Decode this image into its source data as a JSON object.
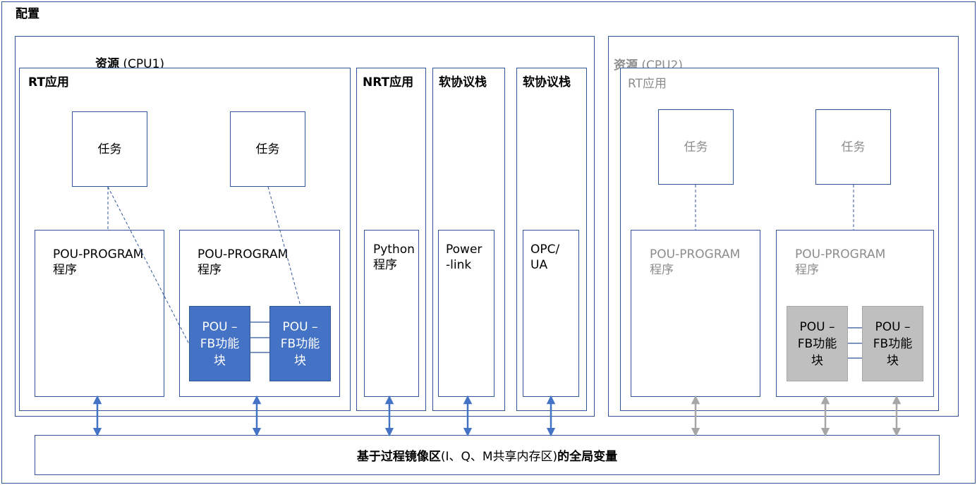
{
  "config_title": "配置",
  "res1": {
    "title_bold": "资源",
    "title_rest": " (CPU1)"
  },
  "res2": {
    "title_bold": "资源",
    "title_rest": " (CPU2)"
  },
  "rt_app": "RT应用",
  "nrt_app": "NRT应用",
  "soft_stack": "软协议栈",
  "task": "任务",
  "pou_program": "POU-PROGRAM\n程序",
  "pou_fb": "POU –\nFB功能\n块",
  "python": "Python\n程序",
  "powerlink": "Power\n-link",
  "opcua": "OPC/\nUA",
  "global_vars": {
    "bold_a": "基于过程镜像区",
    "normal": "(I、Q、M共享内存区)",
    "bold_b": "的全局变量"
  },
  "colors": {
    "line_blue": "#2F5597",
    "arrow_blue": "#4472C4",
    "fb_blue": "#4472C4",
    "fb_gray": "#BFBFBF",
    "arrow_gray": "#A6A6A6",
    "text_gray": "#8C8C8C"
  }
}
